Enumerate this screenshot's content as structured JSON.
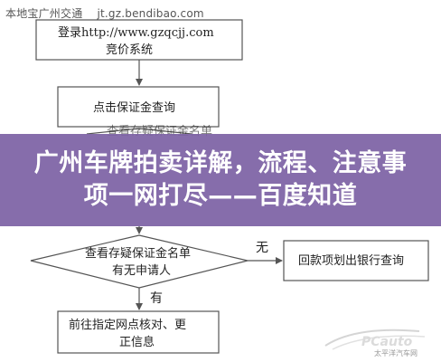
{
  "watermark": {
    "site_name": "本地宝广州交通",
    "site_url": "jt.gz.bendibao.com",
    "logo_sub": "太平洋汽车网"
  },
  "flowchart": {
    "step1_line1": "登录http://www.gzqcjj.com",
    "step1_line2": "竞价系统",
    "step2": "点击保证金查询",
    "step3_partial": "查看存疑保证金名单",
    "decision_line1": "查看存疑保证金名单",
    "decision_line2": "有无申请人",
    "edge_no": "无",
    "edge_yes": "有",
    "no_branch": "回款项划出银行查询",
    "yes_line1": "前往指定网点核对、更",
    "yes_line2": "正信息"
  },
  "banner": {
    "title": "广州车牌拍卖详解，流程、注意事项一网打尽——百度知道",
    "background": "#7c61a4"
  }
}
